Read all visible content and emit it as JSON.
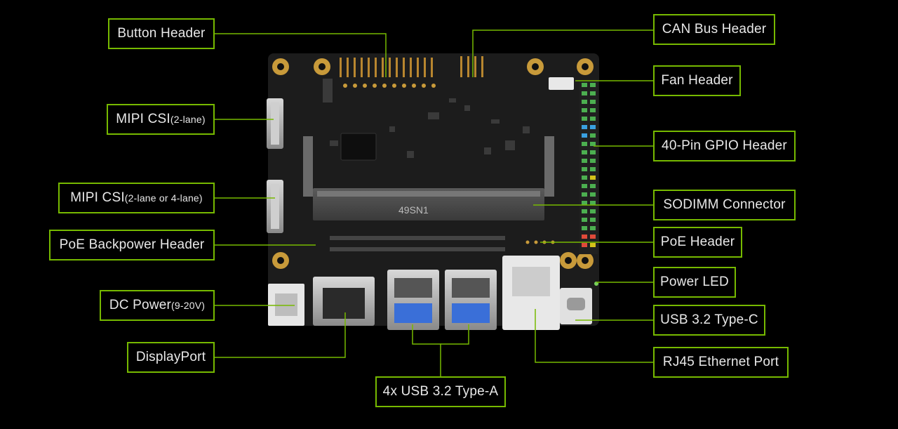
{
  "labels": {
    "button_header": "Button Header",
    "mipi_csi_1": "MIPI CSI",
    "mipi_csi_1_note": "(2-lane)",
    "mipi_csi_2": "MIPI CSI",
    "mipi_csi_2_note": "(2-lane or 4-lane)",
    "poe_backpower_header": "PoE Backpower Header",
    "dc_power": "DC Power",
    "dc_power_note": "(9-20V)",
    "displayport": "DisplayPort",
    "usb_type_a": "4x USB 3.2 Type-A",
    "can_bus_header": "CAN Bus Header",
    "fan_header": "Fan Header",
    "gpio_header": "40-Pin GPIO Header",
    "sodimm_connector": "SODIMM Connector",
    "poe_header": "PoE Header",
    "power_led": "Power LED",
    "usb_type_c": "USB 3.2 Type-C",
    "rj45": "RJ45 Ethernet Port"
  },
  "board": {
    "silkscreen": "49SN1"
  },
  "colors": {
    "accent": "#76b900",
    "background": "#000000",
    "pcb": "#1c1c1c",
    "gold": "#c89a3a"
  }
}
